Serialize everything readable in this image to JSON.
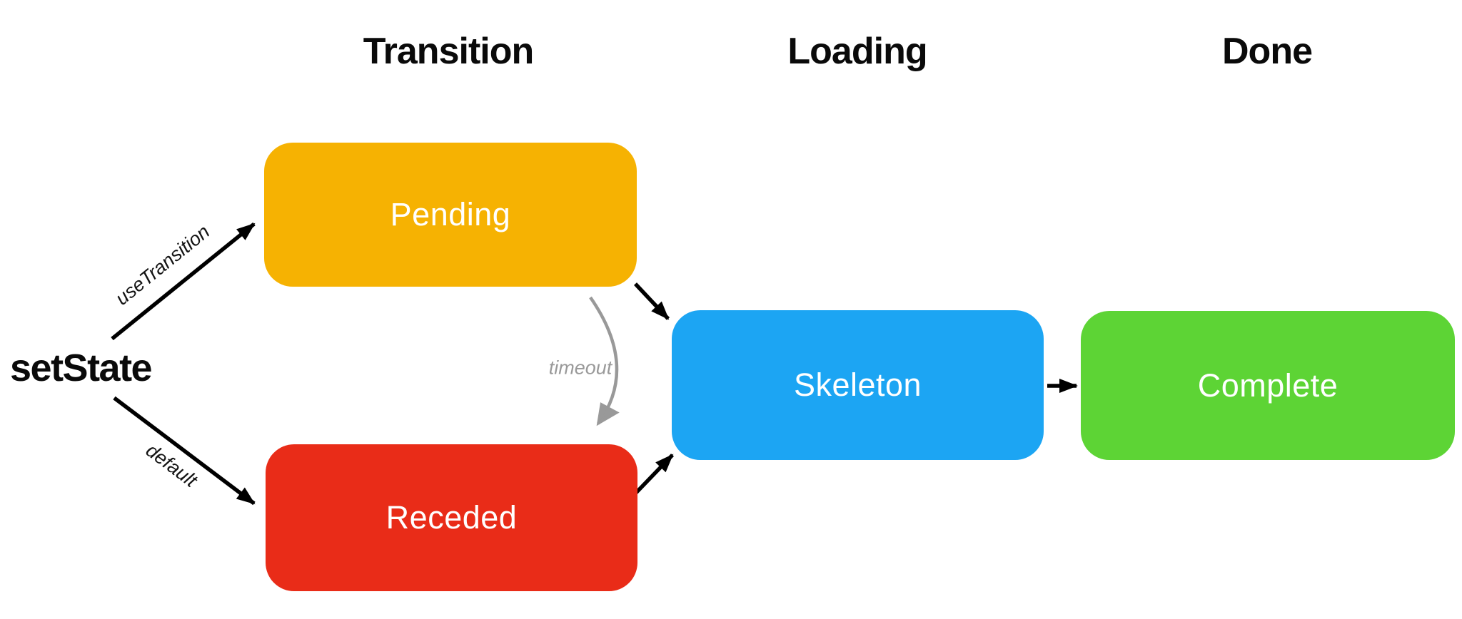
{
  "headers": {
    "transition": "Transition",
    "loading": "Loading",
    "done": "Done"
  },
  "source": {
    "label": "setState"
  },
  "nodes": {
    "pending": {
      "label": "Pending",
      "color": "#F6B202"
    },
    "receded": {
      "label": "Receded",
      "color": "#E92C18"
    },
    "skeleton": {
      "label": "Skeleton",
      "color": "#1CA5F3"
    },
    "complete": {
      "label": "Complete",
      "color": "#5DD435"
    }
  },
  "edges": {
    "arrow_color": "#000000",
    "use_transition": {
      "label": "useTransition"
    },
    "default_path": {
      "label": "default"
    },
    "timeout": {
      "label": "timeout",
      "color": "#999999"
    }
  }
}
